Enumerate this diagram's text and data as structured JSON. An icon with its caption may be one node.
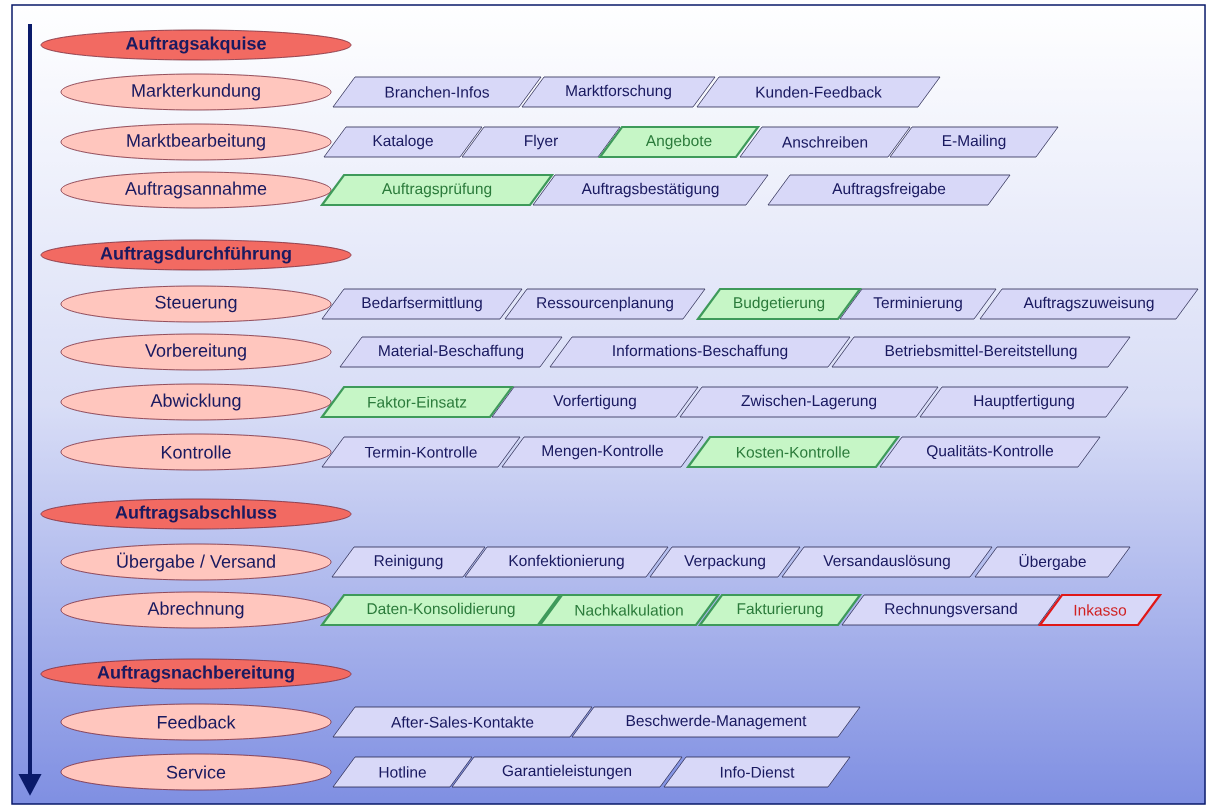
{
  "diagram": {
    "nodes": [
      {
        "text": [
          "Auftragsakquise"
        ]
      },
      {
        "text": [
          "Markterkundung"
        ]
      },
      {
        "text": [
          "Branchen-Infos"
        ]
      },
      {
        "text": [
          "Marktforschung"
        ]
      },
      {
        "text": [
          "Kunden-Feedback"
        ]
      },
      {
        "text": [
          "Marktbearbeitung"
        ]
      },
      {
        "text": [
          "Kataloge"
        ]
      },
      {
        "text": [
          "Flyer"
        ]
      },
      {
        "text": [
          "Angebote"
        ]
      },
      {
        "text": [
          "Anschreiben"
        ]
      },
      {
        "text": [
          "E-Mailing"
        ]
      },
      {
        "text": [
          "Auftragsannahme"
        ]
      },
      {
        "text": [
          "Auftragsprüfung"
        ]
      },
      {
        "text": [
          "Auftragsbestätigung"
        ]
      },
      {
        "text": [
          "Auftragsfreigabe"
        ]
      },
      {
        "text": [
          "Auftragsdurchführung"
        ]
      },
      {
        "text": [
          "Steuerung"
        ]
      },
      {
        "text": [
          "Bedarfsermittlung"
        ]
      },
      {
        "text": [
          "Ressourcenplanung"
        ]
      },
      {
        "text": [
          "Budgetierung"
        ]
      },
      {
        "text": [
          "Terminierung"
        ]
      },
      {
        "text": [
          "Auftragszuweisung"
        ]
      },
      {
        "text": [
          "Vorbereitung"
        ]
      },
      {
        "text": [
          "Material-Beschaffung"
        ]
      },
      {
        "text": [
          "Informations-Beschaffung"
        ]
      },
      {
        "text": [
          "Betriebsmittel-Bereitstellung"
        ]
      },
      {
        "text": [
          "Abwicklung"
        ]
      },
      {
        "text": [
          "Faktor-Einsatz"
        ]
      },
      {
        "text": [
          "Vorfertigung"
        ]
      },
      {
        "text": [
          "Zwischen-Lagerung"
        ]
      },
      {
        "text": [
          "Hauptfertigung"
        ]
      },
      {
        "text": [
          "Kontrolle"
        ]
      },
      {
        "text": [
          "Termin-Kontrolle"
        ]
      },
      {
        "text": [
          "Mengen-Kontrolle"
        ]
      },
      {
        "text": [
          "Kosten-Kontrolle"
        ]
      },
      {
        "text": [
          "Qualitäts-Kontrolle"
        ]
      },
      {
        "text": [
          "Auftragsabschluss"
        ]
      },
      {
        "text": [
          "Übergabe / Versand"
        ]
      },
      {
        "text": [
          "Reinigung"
        ]
      },
      {
        "text": [
          "Konfektionierung"
        ]
      },
      {
        "text": [
          "Verpackung"
        ]
      },
      {
        "text": [
          "Versandauslösung"
        ]
      },
      {
        "text": [
          "Übergabe"
        ]
      },
      {
        "text": [
          "Abrechnung"
        ]
      },
      {
        "text": [
          "Daten-Konsolidierung"
        ]
      },
      {
        "text": [
          "Nachkalkulation"
        ]
      },
      {
        "text": [
          "Fakturierung"
        ]
      },
      {
        "text": [
          "Rechnungsversand"
        ]
      },
      {
        "text": [
          "Inkasso"
        ]
      },
      {
        "text": [
          "Auftragsnachbereitung"
        ]
      },
      {
        "text": [
          "Feedback"
        ]
      },
      {
        "text": [
          "After-Sales-Kontakte"
        ]
      },
      {
        "text": [
          "Beschwerde-Management"
        ]
      },
      {
        "text": [
          "Service"
        ]
      },
      {
        "text": [
          "Hotline"
        ]
      },
      {
        "text": [
          "Garantieleistungen"
        ]
      },
      {
        "text": [
          "Info-Dienst"
        ]
      }
    ]
  }
}
